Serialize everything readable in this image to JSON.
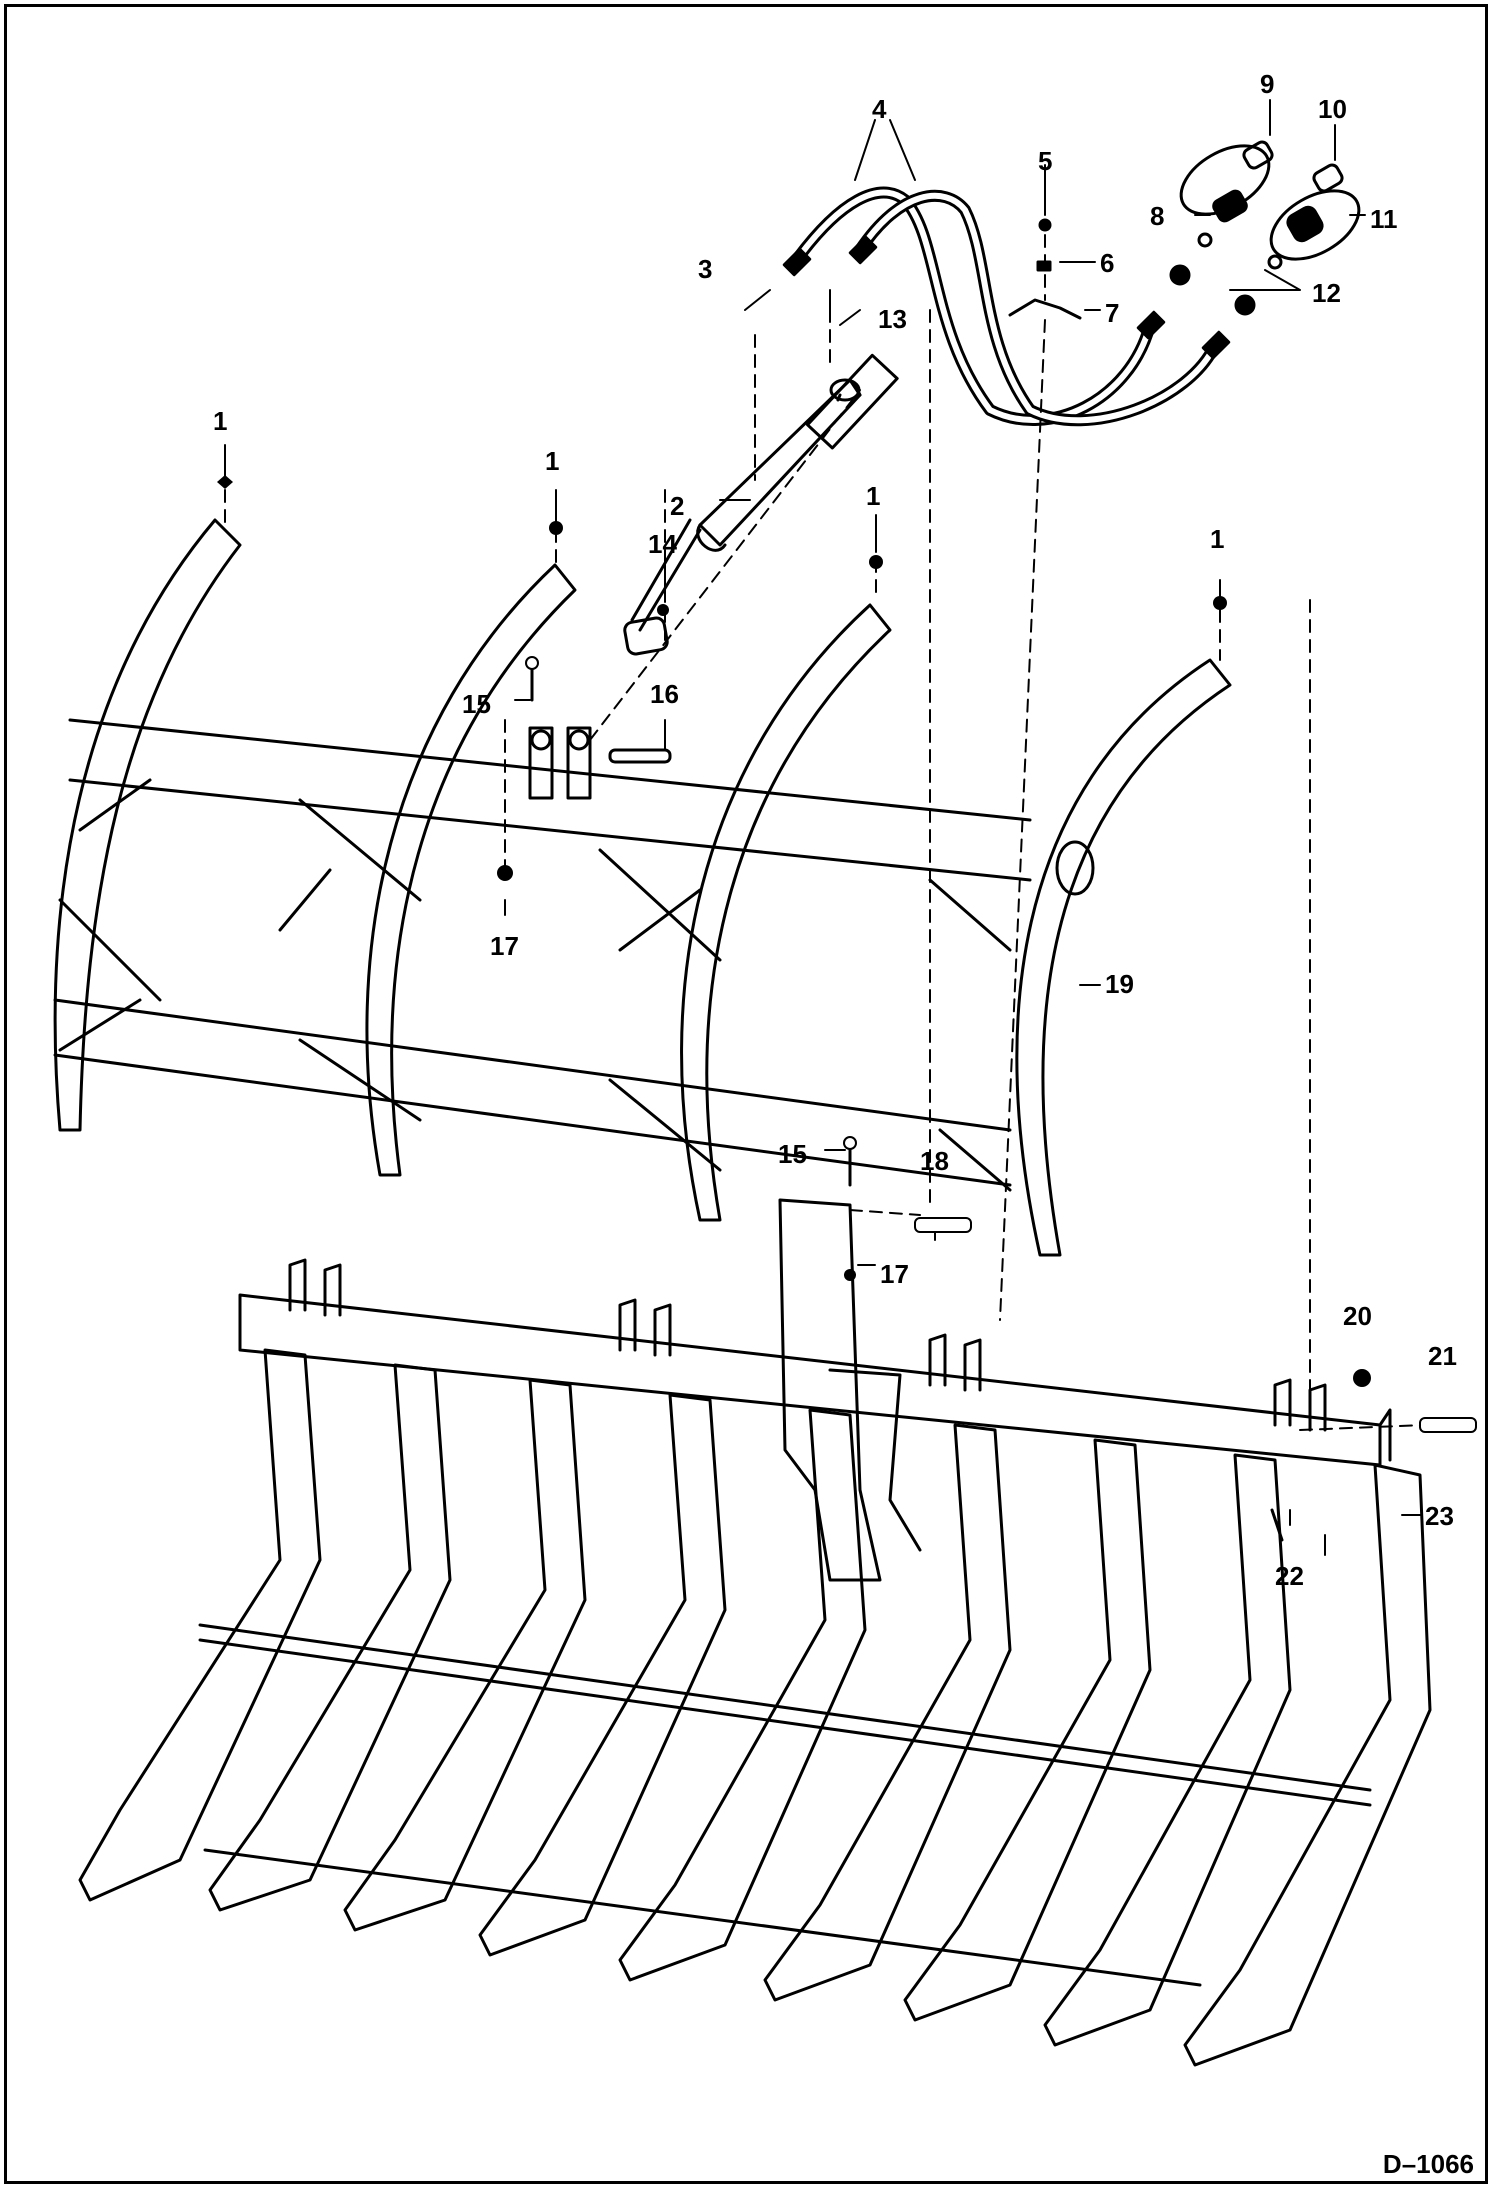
{
  "document_code": "D–1066",
  "callouts": {
    "c1a": "1",
    "c1b": "1",
    "c1c": "1",
    "c1d": "1",
    "c2": "2",
    "c3": "3",
    "c4": "4",
    "c5": "5",
    "c6": "6",
    "c7": "7",
    "c8": "8",
    "c9": "9",
    "c10": "10",
    "c11": "11",
    "c12": "12",
    "c13": "13",
    "c14": "14",
    "c15a": "15",
    "c15b": "15",
    "c16": "16",
    "c17a": "17",
    "c17b": "17",
    "c18": "18",
    "c19": "19",
    "c20": "20",
    "c21": "21",
    "c22": "22",
    "c23": "23"
  }
}
